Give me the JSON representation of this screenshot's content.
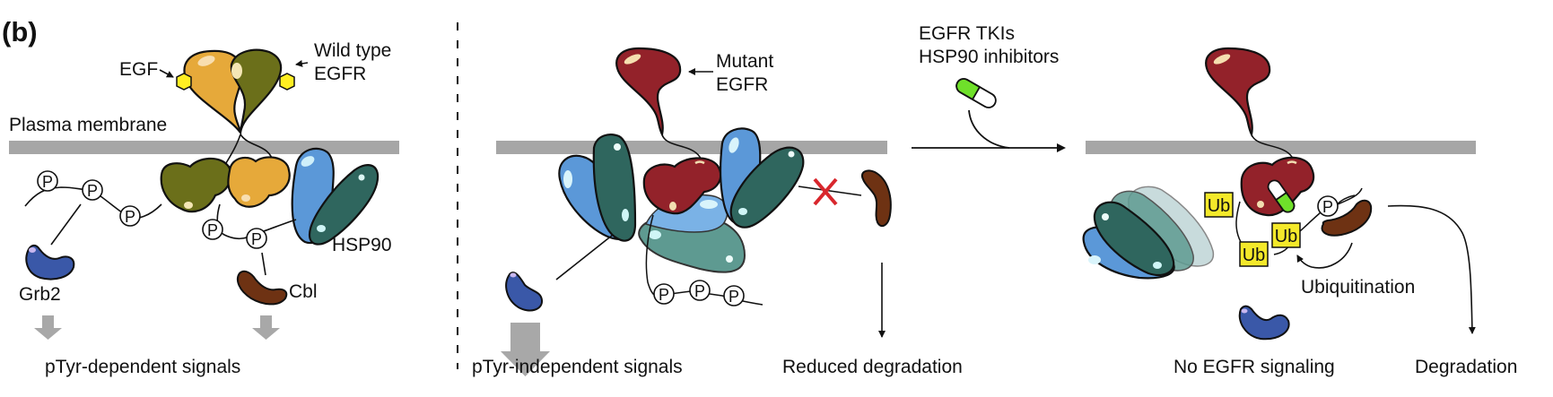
{
  "figure": {
    "panel_letter": "(b)",
    "colors": {
      "membrane": "#a6a6a6",
      "egfr_wt_a": "#e6a93a",
      "egfr_wt_b": "#6b6f1a",
      "egfr_mutant": "#93222a",
      "hsp90_light": "#5b98d8",
      "hsp90_dark": "#2f665e",
      "hsp90_mid": "#5e9a91",
      "grb2": "#3a58a8",
      "cbl": "#6e3213",
      "egf": "#ffee22",
      "drug_green": "#6fe02a",
      "ub_box": "#f4e92a",
      "inhibit_x": "#d8262c",
      "signal_arrow": "#a8a8a8"
    }
  },
  "panels": {
    "wild_type": {
      "labels": {
        "egf": "EGF",
        "wild_type_egfr_line1": "Wild type",
        "wild_type_egfr_line2": "EGFR",
        "plasma_membrane": "Plasma membrane",
        "hsp90": "HSP90",
        "grb2": "Grb2",
        "cbl": "Cbl",
        "phospho": "P",
        "outcome": "pTyr-dependent signals"
      }
    },
    "mutant": {
      "labels": {
        "mutant_egfr_line1": "Mutant",
        "mutant_egfr_line2": "EGFR",
        "phospho": "P",
        "outcome_signals": "pTyr-independent signals",
        "outcome_degradation": "Reduced degradation"
      }
    },
    "treatment": {
      "labels": {
        "drug_line1": "EGFR TKIs",
        "drug_line2": "HSP90 inhibitors",
        "ub": "Ub",
        "phospho": "P",
        "ubiquitination": "Ubiquitination",
        "outcome_signaling": "No EGFR signaling",
        "outcome_degradation": "Degradation"
      }
    }
  }
}
